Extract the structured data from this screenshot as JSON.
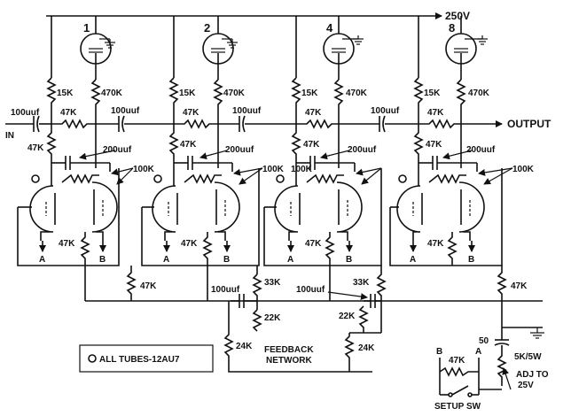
{
  "supply_label": "250V",
  "input_label": "IN",
  "output_label": "OUTPUT",
  "input_cap": "100uuf",
  "stages": [
    {
      "tube_number": "1",
      "plate_left": "15K",
      "plate_right": "470K",
      "series_r": "47K",
      "grid_r": "47K",
      "coupling_cap": "100uuf",
      "bypass_cap": "200uuf",
      "feedback_r": "100K",
      "cathode_r": "47K",
      "out_a": "A",
      "out_b": "B"
    },
    {
      "tube_number": "2",
      "plate_left": "15K",
      "plate_right": "470K",
      "series_r": "47K",
      "grid_r": "47K",
      "coupling_cap": "100uuf",
      "bypass_cap": "200uuf",
      "feedback_r": "100K",
      "cathode_r": "47K",
      "out_a": "A",
      "out_b": "B"
    },
    {
      "tube_number": "4",
      "plate_left": "15K",
      "plate_right": "470K",
      "series_r": "47K",
      "grid_r": "47K",
      "coupling_cap": "100uuf",
      "bypass_cap": "200uuf",
      "feedback_r": "100K",
      "cathode_r": "47K",
      "out_a": "A",
      "out_b": "B"
    },
    {
      "tube_number": "8",
      "plate_left": "15K",
      "plate_right": "470K",
      "series_r": "47K",
      "grid_r": "47K",
      "coupling_cap": "",
      "bypass_cap": "200uuf",
      "feedback_r": "100K",
      "cathode_r": "47K",
      "out_a": "A",
      "out_b": "B"
    }
  ],
  "bottom": {
    "left_r": "47K",
    "right_r": "47K",
    "fb_cap_left": "100uuf",
    "fb_cap_right": "100uuf",
    "fb_r_top_left": "33K",
    "fb_r_top_right": "33K",
    "fb_r_mid_left": "22K",
    "fb_r_mid_right": "22K",
    "fb_r_low_left": "24K",
    "fb_r_low_right": "24K",
    "network_line1": "FEEDBACK",
    "network_line2": "NETWORK",
    "cap_50": "50",
    "pot": "5K/5W",
    "adj_line1": "ADJ TO",
    "adj_line2": "25V",
    "setup_r": "47K",
    "setup_b": "B",
    "setup_a": "A",
    "setup_sw": "SETUP SW"
  },
  "legend": {
    "text": "ALL TUBES-12AU7"
  }
}
